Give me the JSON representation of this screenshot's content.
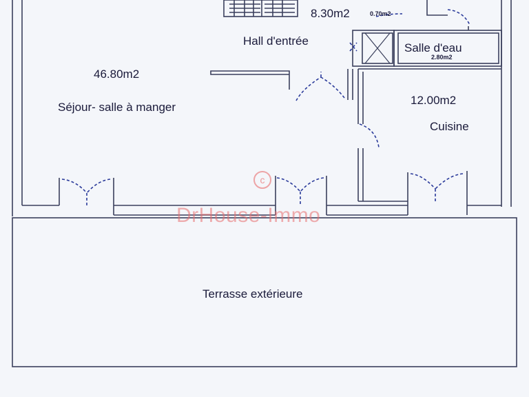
{
  "rooms": {
    "sejour_area": "46.80m2",
    "sejour_name": "Séjour- salle à manger",
    "hall_area": "8.30m2",
    "wc_area": "0.70m2",
    "hall_name": "Hall d'entrée",
    "salle_eau_name": "Salle d'eau",
    "salle_eau_area": "2.80m2",
    "cuisine_area": "12.00m2",
    "cuisine_name": "Cuisine",
    "terrasse_name": "Terrasse extérieure"
  },
  "watermark": {
    "symbol": "c",
    "text": "DrHouse-Immo"
  },
  "colors": {
    "wall": "#3a3f5c",
    "door_arc": "#2a3a9a",
    "text": "#1a1a3a",
    "watermark": "#e86e6e"
  }
}
